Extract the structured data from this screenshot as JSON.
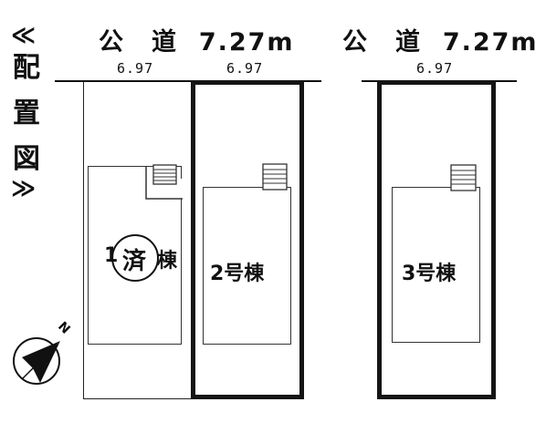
{
  "title": {
    "chars": [
      "配",
      "置",
      "図"
    ],
    "open_bracket": "≪",
    "close_bracket": "≫"
  },
  "roads": [
    {
      "label": "公　道",
      "width": "7.27m"
    },
    {
      "label": "公　道",
      "width": "7.27m"
    }
  ],
  "frontage": [
    "6.97",
    "6.97",
    "6.97"
  ],
  "lots": [
    {
      "name_prefix": "1",
      "name_suffix": "棟",
      "stamp": "済"
    },
    {
      "name": "2号棟"
    },
    {
      "name": "3号棟"
    }
  ],
  "compass": {
    "north": "N"
  }
}
